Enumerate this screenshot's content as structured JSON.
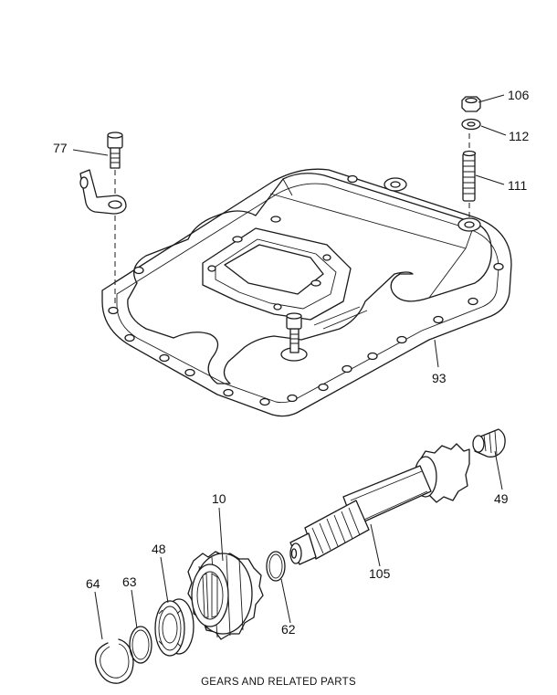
{
  "caption": "GEARS AND RELATED PARTS",
  "callouts": {
    "c106": "106",
    "c112": "112",
    "c111": "111",
    "c77": "77",
    "c93": "93",
    "c49": "49",
    "c10": "10",
    "c48": "48",
    "c105": "105",
    "c64": "64",
    "c63": "63",
    "c62": "62"
  }
}
